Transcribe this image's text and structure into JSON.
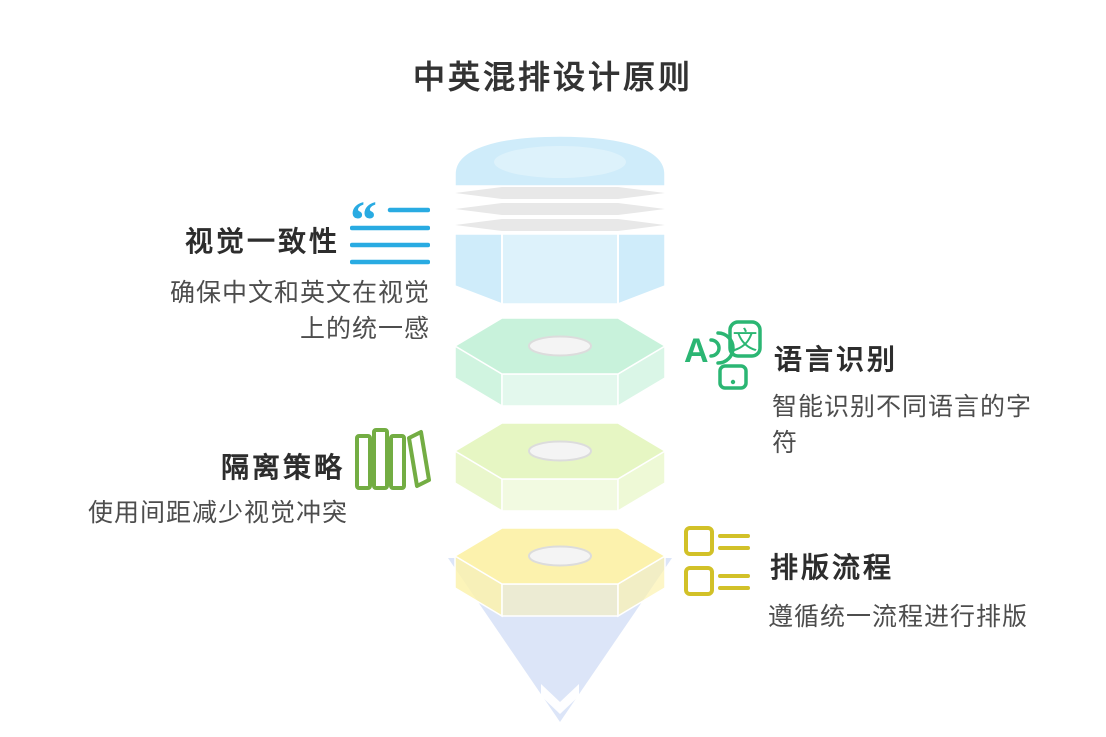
{
  "title": "中英混排设计原则",
  "items": {
    "visual": {
      "title": "视觉一致性",
      "desc": "确保中文和英文在视觉\n上的统一感",
      "icon": "quote-lines-icon"
    },
    "language": {
      "title": "语言识别",
      "desc": "智能识别不同语言的字\n符",
      "icon": "translate-icon"
    },
    "isolation": {
      "title": "隔离策略",
      "desc": "使用间距减少视觉冲突",
      "icon": "divider-bars-icon"
    },
    "process": {
      "title": "排版流程",
      "desc": "遵循统一流程进行排版",
      "icon": "list-layout-icon"
    }
  },
  "glyphs": {
    "quote": "“",
    "letter_a": "A",
    "wen": "文"
  },
  "colors": {
    "title_text": "#333333",
    "heading_text": "#2d2d2d",
    "body_text": "#4d4d4d",
    "quote_blue": "#29abe2",
    "isolation_green": "#73ad43",
    "language_green": "#2bb673",
    "process_yellow": "#d2c128",
    "layer1_blue": "#cfecfa",
    "band_gray": "#e8e8e8",
    "layer2_mint": "#c8f2db",
    "layer3_green": "#e6f6c3",
    "layer4_yellow": "#fcf2ad",
    "funnel_lavender": "#dce5f8",
    "hole_fill": "#f4f4f4",
    "hole_stroke": "#dcdcdc"
  }
}
